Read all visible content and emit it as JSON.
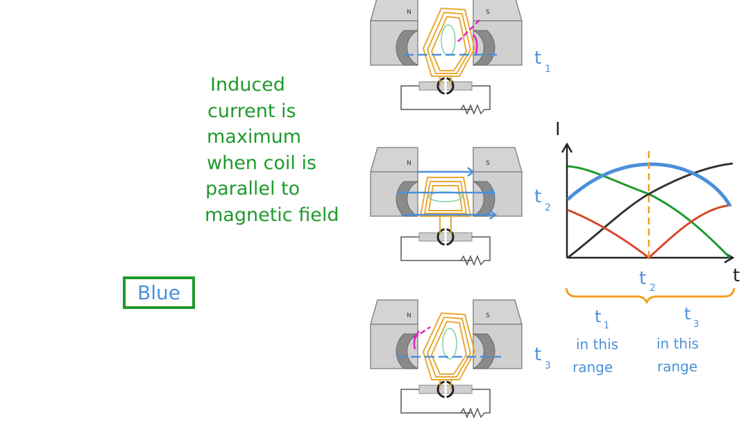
{
  "note": {
    "lines": [
      "Induced",
      "current is",
      "maximum",
      "when coil is",
      "parallel to",
      "magnetic field"
    ]
  },
  "answer_box": {
    "label": "Blue"
  },
  "generators": [
    {
      "time_label": "t",
      "time_sub": "1",
      "pole_left": "N",
      "pole_right": "S"
    },
    {
      "time_label": "t",
      "time_sub": "2",
      "pole_left": "N",
      "pole_right": "S"
    },
    {
      "time_label": "t",
      "time_sub": "3",
      "pole_left": "N",
      "pole_right": "S"
    }
  ],
  "graph": {
    "y_axis_label": "I",
    "x_axis_label": "t",
    "marker_label": "t",
    "marker_sub": "2",
    "ranges": [
      {
        "label": "t",
        "sub": "1",
        "line2": "in this",
        "line3": "range"
      },
      {
        "label": "t",
        "sub": "3",
        "line2": "in this",
        "line3": "range"
      }
    ]
  },
  "colors": {
    "green": "#1e9a2c",
    "blue": "#4a90d9",
    "orange": "#f0a020",
    "red": "#d9452b",
    "dark": "#333333",
    "coil": "#e8a830",
    "magenta": "#e020c0"
  }
}
